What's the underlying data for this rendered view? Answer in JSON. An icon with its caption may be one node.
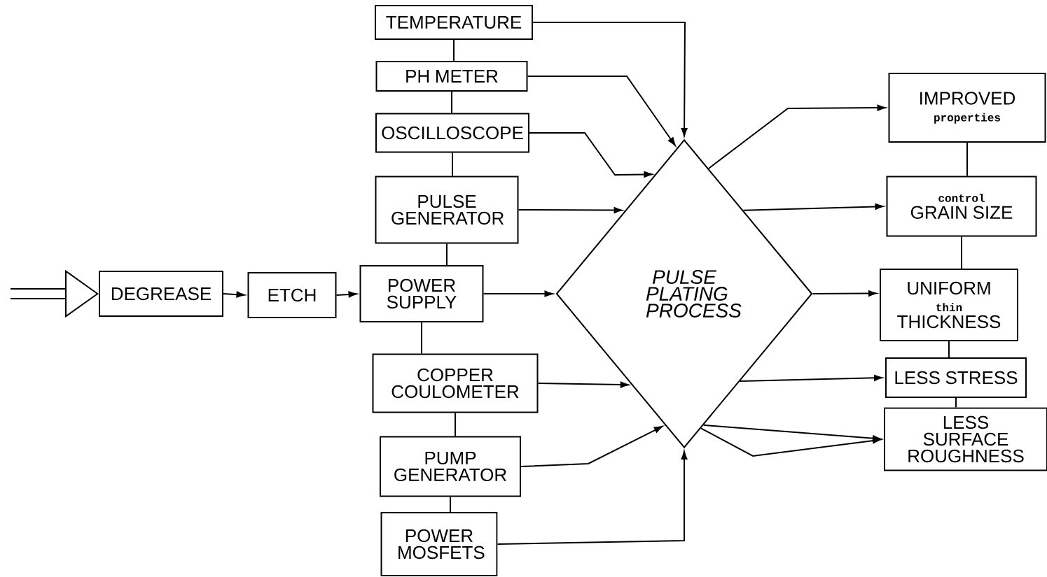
{
  "diagram": {
    "nodes": [
      {
        "text": [
          "DEGREASE"
        ]
      },
      {
        "text": [
          "ETCH"
        ]
      },
      {
        "text": [
          "TEMPERATURE"
        ]
      },
      {
        "text": [
          "PH METER"
        ]
      },
      {
        "text": [
          "OSCILLOSCOPE"
        ]
      },
      {
        "text": [
          "PULSE GENERATOR"
        ]
      },
      {
        "text": [
          "POWER SUPPLY"
        ]
      },
      {
        "text": [
          "COPPER COULOMETER"
        ]
      },
      {
        "text": [
          "PUMP GENERATOR"
        ]
      },
      {
        "text": [
          "POWER MOSFETS"
        ]
      },
      {
        "text": [
          "PULSE PLATING PROCESS"
        ]
      },
      {
        "text": [
          "IMPROVED",
          "properties"
        ]
      },
      {
        "text": [
          "control",
          "GRAIN SIZE"
        ]
      },
      {
        "text": [
          "UNIFORM",
          "thin",
          "THICKNESS"
        ]
      },
      {
        "text": [
          "LESS STRESS"
        ]
      },
      {
        "text": [
          "LESS SURFACE ROUGHNESS"
        ]
      }
    ],
    "edges": [
      {
        "from": null,
        "to": 0,
        "arrow": "to",
        "style": "thick"
      },
      {
        "from": 0,
        "to": 1,
        "arrow": "to"
      },
      {
        "from": 1,
        "to": 6,
        "arrow": "to"
      },
      {
        "from": 2,
        "to": 3,
        "arrow": "none"
      },
      {
        "from": 3,
        "to": 4,
        "arrow": "none"
      },
      {
        "from": 4,
        "to": 5,
        "arrow": "none"
      },
      {
        "from": 5,
        "to": 6,
        "arrow": "none"
      },
      {
        "from": 6,
        "to": 7,
        "arrow": "none"
      },
      {
        "from": 7,
        "to": 8,
        "arrow": "none"
      },
      {
        "from": 8,
        "to": 9,
        "arrow": "none"
      },
      {
        "from": 2,
        "to": 10,
        "arrow": "to"
      },
      {
        "from": 3,
        "to": 10,
        "arrow": "to"
      },
      {
        "from": 4,
        "to": 10,
        "arrow": "to"
      },
      {
        "from": 5,
        "to": 10,
        "arrow": "to"
      },
      {
        "from": 6,
        "to": 10,
        "arrow": "to"
      },
      {
        "from": 7,
        "to": 10,
        "arrow": "to"
      },
      {
        "from": 8,
        "to": 10,
        "arrow": "to"
      },
      {
        "from": 9,
        "to": 10,
        "arrow": "to"
      },
      {
        "from": 10,
        "to": 11,
        "arrow": "to"
      },
      {
        "from": 10,
        "to": 12,
        "arrow": "to"
      },
      {
        "from": 10,
        "to": 13,
        "arrow": "to"
      },
      {
        "from": 10,
        "to": 14,
        "arrow": "to"
      },
      {
        "from": 10,
        "to": 15,
        "arrow": "to"
      },
      {
        "from": 10,
        "to": 15,
        "arrow": "to"
      },
      {
        "from": 11,
        "to": 12,
        "arrow": "none"
      },
      {
        "from": 12,
        "to": 13,
        "arrow": "none"
      },
      {
        "from": 13,
        "to": 14,
        "arrow": "none"
      },
      {
        "from": 14,
        "to": 15,
        "arrow": "none"
      }
    ]
  }
}
